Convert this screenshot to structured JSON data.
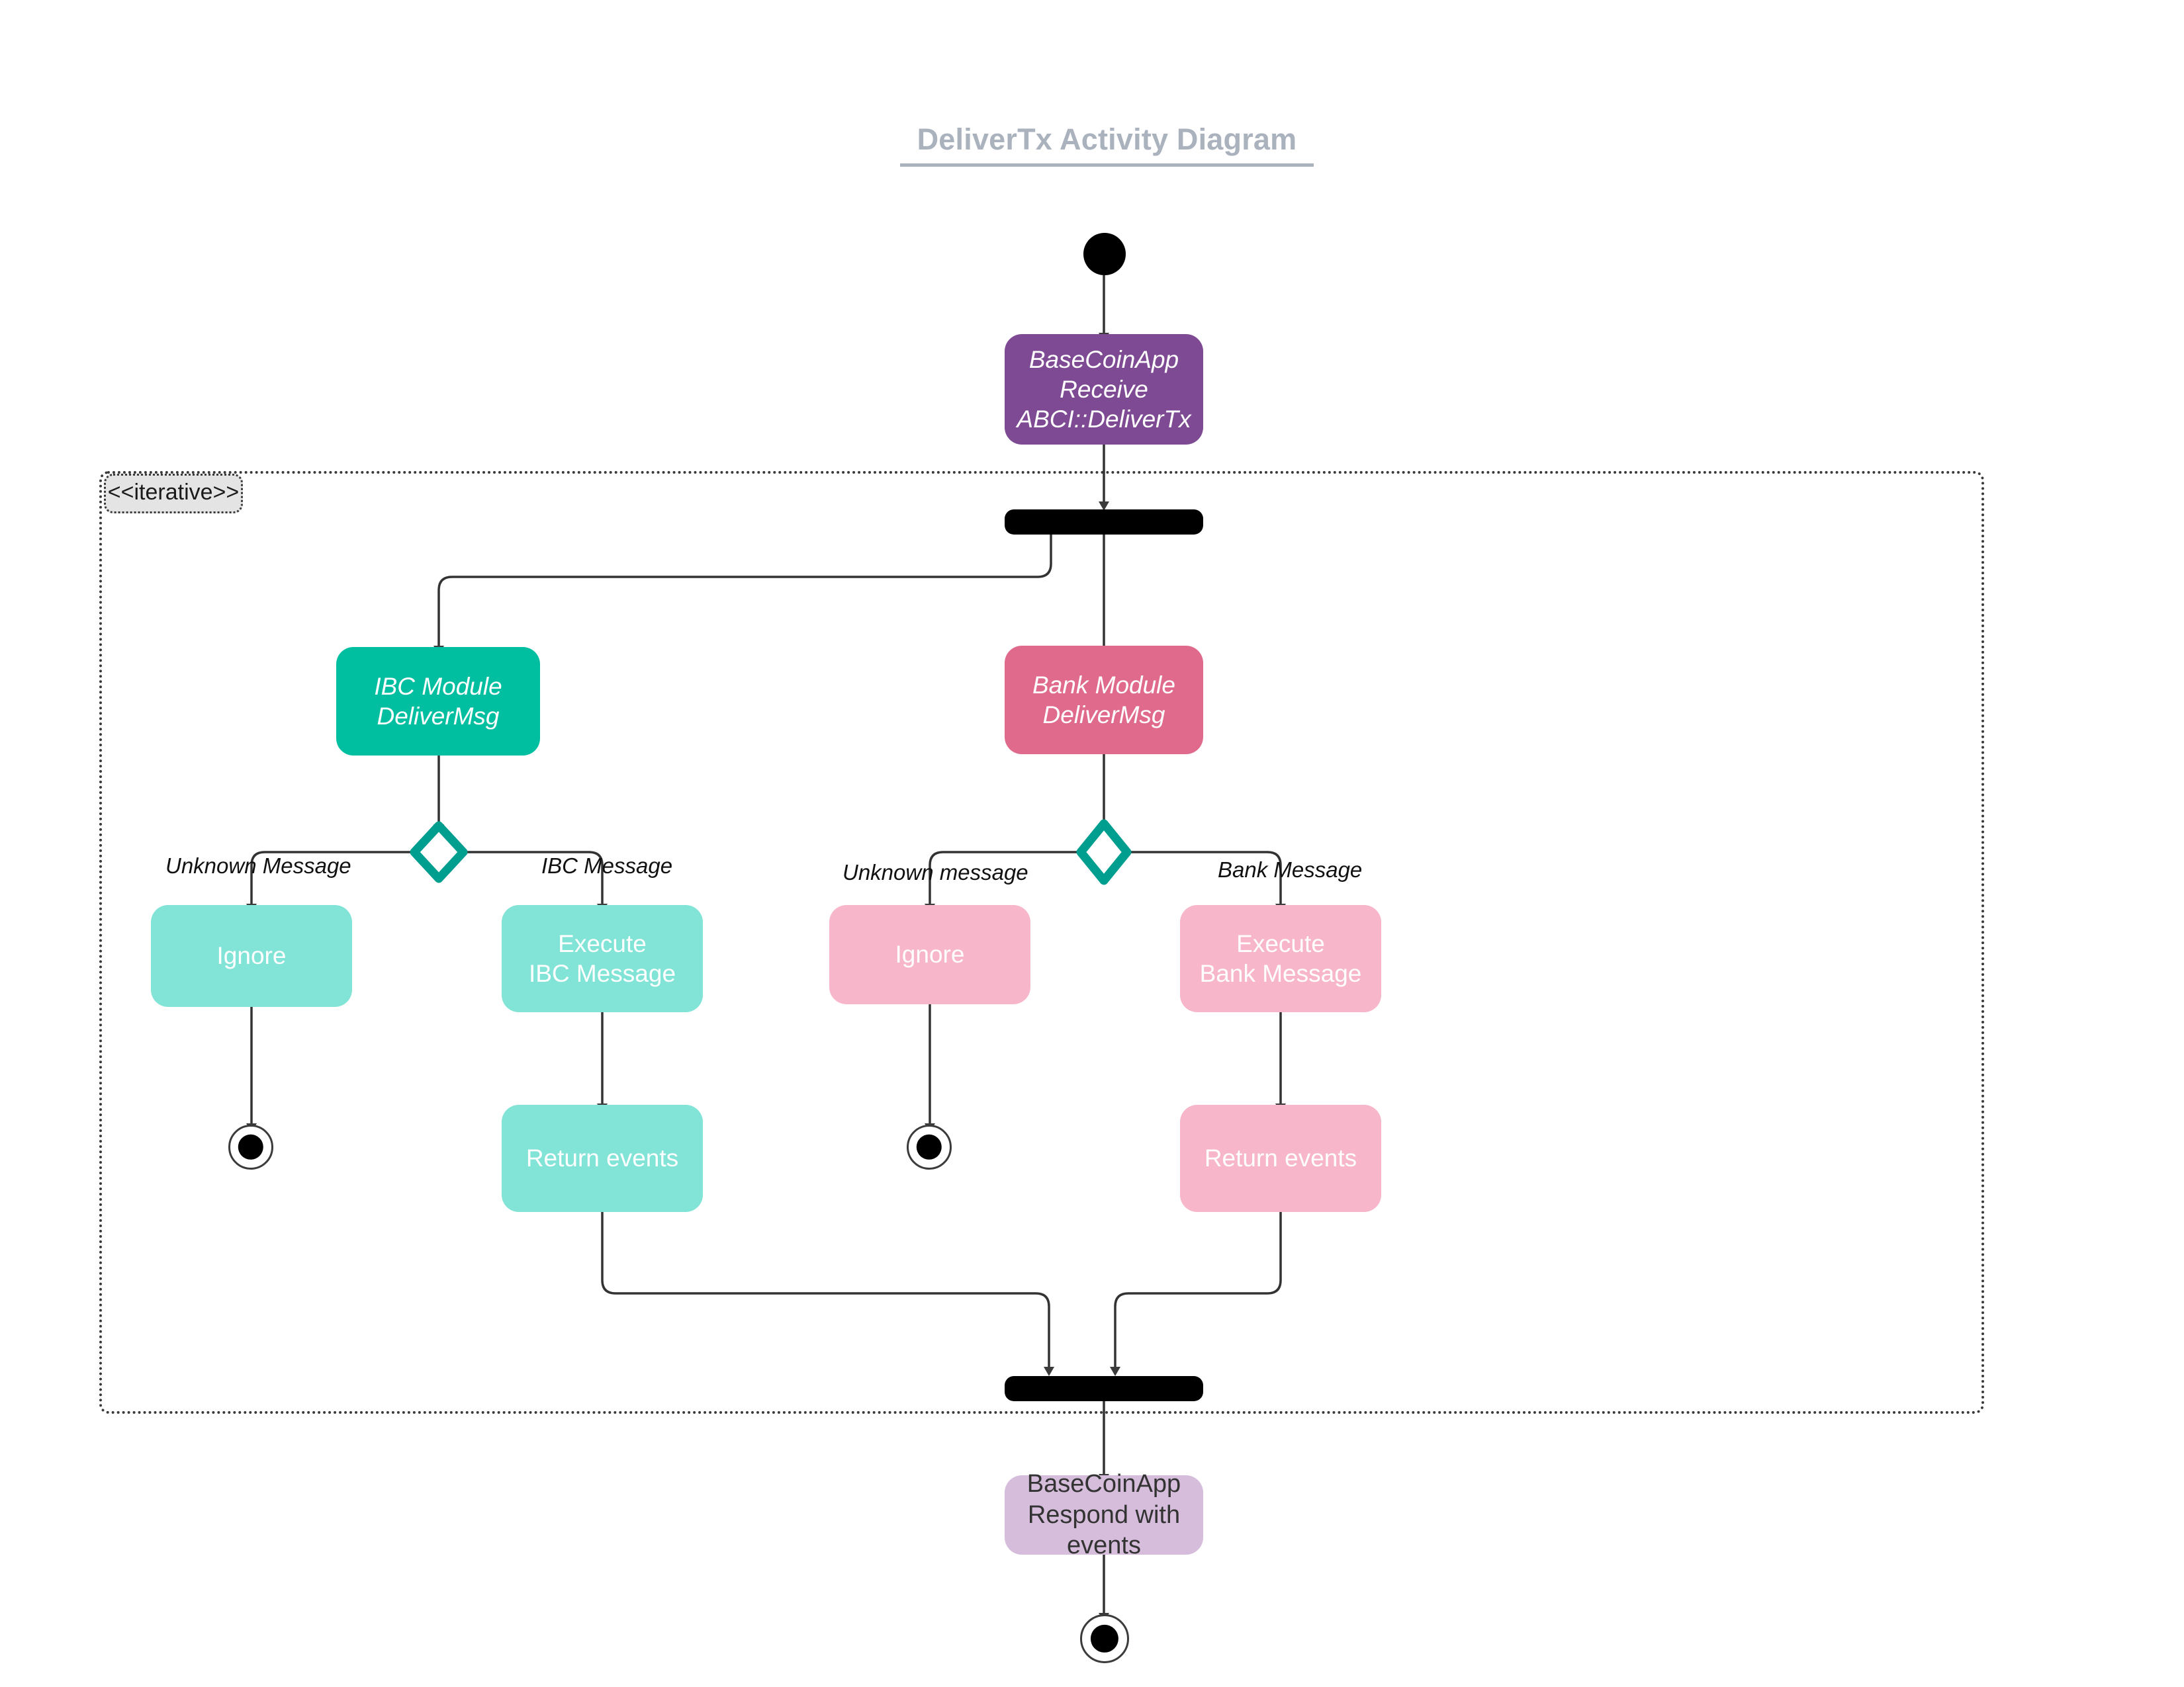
{
  "title": "DeliverTx Activity Diagram",
  "frame": {
    "stereotype": "<<iterative>>"
  },
  "colors": {
    "title": "#aab2bd",
    "basecoinapp_receive": "#7e4a93",
    "ibc_module": "#00bfa0",
    "bank_module": "#e06a8b",
    "ibc_light": "#81e4d6",
    "bank_light": "#f7b6c9",
    "respond_lavender": "#d5bddb",
    "decision_outline": "#009e8e",
    "edge": "#333333",
    "frame_border": "#3a3a3a"
  },
  "nodes": {
    "start": {
      "name": "start-node"
    },
    "receive": {
      "label": "BaseCoinApp\nReceive\nABCI::DeliverTx"
    },
    "fork": {
      "name": "fork-bar"
    },
    "ibc_module": {
      "label": "IBC Module\nDeliverMsg"
    },
    "bank_module": {
      "label": "Bank Module\nDeliverMsg"
    },
    "ibc_decision": {
      "name": "ibc-decision-diamond"
    },
    "bank_decision": {
      "name": "bank-decision-diamond"
    },
    "ibc_ignore": {
      "label": "Ignore"
    },
    "ibc_execute": {
      "label": "Execute\nIBC Message"
    },
    "bank_ignore": {
      "label": "Ignore"
    },
    "bank_execute": {
      "label": "Execute\nBank Message"
    },
    "ibc_return": {
      "label": "Return events"
    },
    "bank_return": {
      "label": "Return events"
    },
    "ibc_end": {
      "name": "ibc-end-node"
    },
    "bank_end": {
      "name": "bank-end-node"
    },
    "join": {
      "name": "join-bar"
    },
    "respond": {
      "label": "BaseCoinApp\nRespond with\nevents"
    },
    "final_end": {
      "name": "final-end-node"
    }
  },
  "edge_labels": {
    "ibc_unknown": "Unknown Message",
    "ibc_message": "IBC Message",
    "bank_unknown": "Unknown message",
    "bank_message": "Bank Message"
  }
}
